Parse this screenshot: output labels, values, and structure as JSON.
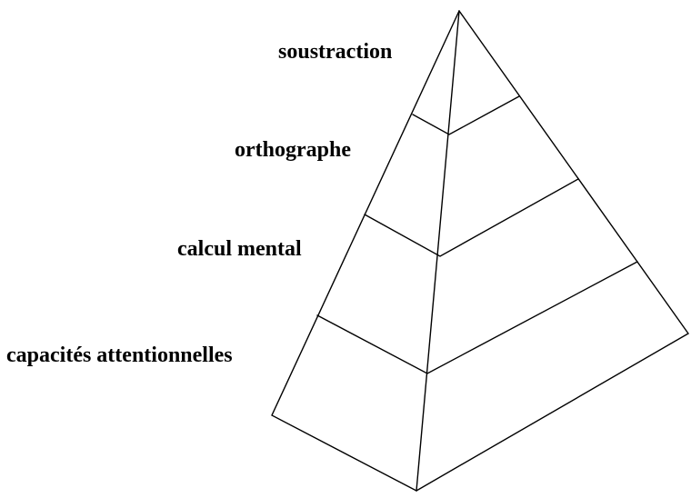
{
  "levels": [
    {
      "label": "soustraction"
    },
    {
      "label": "orthographe"
    },
    {
      "label": "calcul mental"
    },
    {
      "label": "capacités attentionnelles"
    }
  ],
  "colors": {
    "stroke": "#000000",
    "text": "#000000",
    "background": "#ffffff"
  }
}
